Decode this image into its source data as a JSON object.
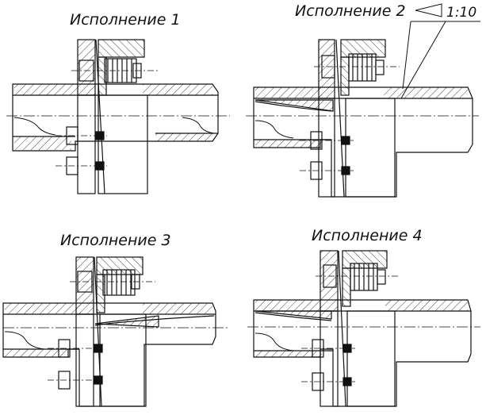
{
  "labels": {
    "variant1": "Исполнение 1",
    "variant2": "Исполнение 2",
    "variant3": "Исполнение 3",
    "variant4": "Исполнение 4",
    "taper": "1:10"
  },
  "colors": {
    "line": "#111111",
    "paper": "#ffffff"
  },
  "icons": {
    "taper_symbol": "taper-triangle-icon"
  }
}
